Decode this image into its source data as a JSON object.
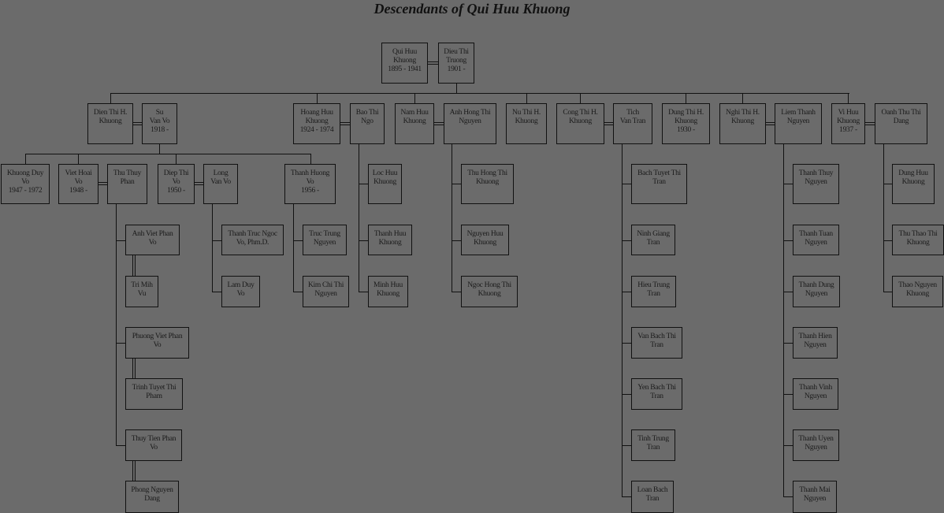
{
  "title": "Descendants of Qui Huu Khuong",
  "people": {
    "qui": "Qui Huu\nKhuong\n1895 - 1941",
    "dieu": "Dieu Thi\nTruong\n1901 -",
    "dien": "Dien Thi H.\nKhuong",
    "su": "Su\nVan Vo\n1918 -",
    "hoang": "Hoang Huu\nKhuong\n1924 - 1974",
    "bao": "Bao Thi\nNgo",
    "nam": "Nam Huu\nKhuong",
    "anhhong": "Anh Hong Thi\nNguyen",
    "nu": "Nu Thi H.\nKhuong",
    "cong": "Cong Thi H.\nKhuong",
    "tich": "Tich\nVan Tran",
    "dungthi": "Dung Thi H.\nKhuong\n1930 -",
    "nghi": "Nghi Thi H.\nKhuong",
    "liem": "Liem Thanh\nNguyen",
    "vi": "Vi Huu\nKhuong\n1937 -",
    "oanh": "Oanh Thu Thi\nDang",
    "khuongduy": "Khuong Duy\nVo\n1947 - 1972",
    "viethoai": "Viet Hoai\nVo\n1948 -",
    "thuthuy": "Thu Thuy\nPhan",
    "diep": "Diep Thi\nVo\n1950 -",
    "long": "Long\nVan Vo",
    "thanhhuong": "Thanh Huong\nVo\n1956 -",
    "anhviet": "Anh Viet Phan\nVo",
    "trimih": "Tri Mih\nVu",
    "phuong": "Phuong Viet Phan\nVo",
    "trinh": "Trinh Tuyet Thi\nPham",
    "thuytien": "Thuy Tien Phan\nVo",
    "phong": "Phong Nguyen\nDang",
    "thanhtruc": "Thanh Truc Ngoc\nVo, Phm.D.",
    "lam": "Lam Duy\nVo",
    "tructrung": "Truc Trung\nNguyen",
    "kimchi": "Kim Chi Thi\nNguyen",
    "loc": "Loc Huu\nKhuong",
    "thanhhuu": "Thanh Huu\nKhuong",
    "minh": "Minh Huu\nKhuong",
    "thuhong": "Thu Hong Thi\nKhuong",
    "nguyenhuu": "Nguyen Huu\nKhuong",
    "ngochong": "Ngoc Hong Thi\nKhuong",
    "bachtuyet": "Bach Tuyet Thi\nTran",
    "ninh": "Ninh Giang\nTran",
    "hieu": "Hieu Trung\nTran",
    "vanbach": "Van Bach Thi\nTran",
    "yenbach": "Yen Bach Thi\nTran",
    "tinh": "Tinh Trung\nTran",
    "loan": "Loan Bach\nTran",
    "tthuy": "Thanh Thuy\nNguyen",
    "ttuan": "Thanh Tuan\nNguyen",
    "tdung": "Thanh Dung\nNguyen",
    "thien": "Thanh Hien\nNguyen",
    "tvinh": "Thanh Vinh\nNguyen",
    "tuyen": "Thanh Uyen\nNguyen",
    "tmai": "Thanh Mai\nNguyen",
    "dunghuu": "Dung Huu\nKhuong",
    "thuthao": "Thu Thao Thi\nKhuong",
    "thaonguyen": "Thao Nguyen\nKhuong"
  }
}
